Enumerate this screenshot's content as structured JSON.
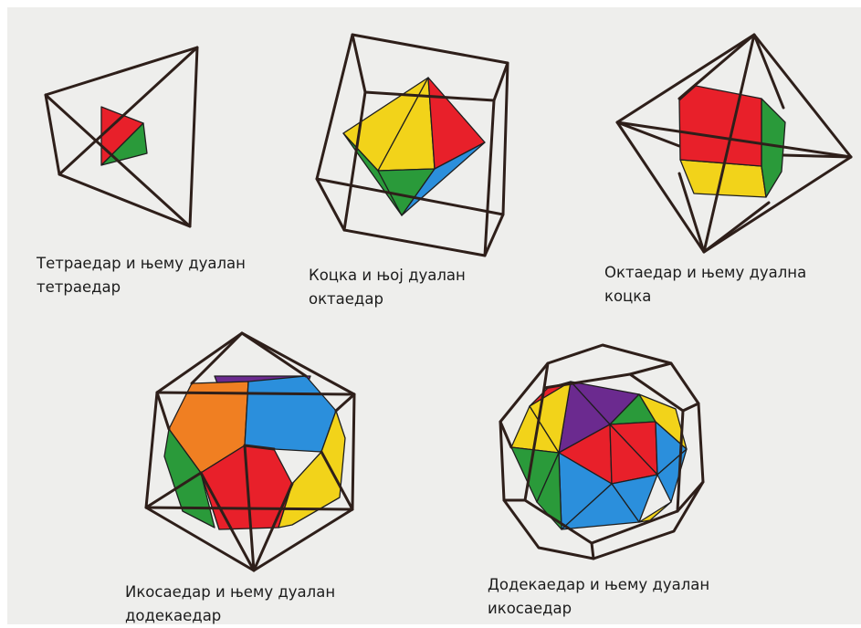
{
  "figures": [
    {
      "id": "tetra",
      "caption": "Тетраедар и њему дуалан\nтетраедар"
    },
    {
      "id": "cube",
      "caption": "Коцка и њој дуалан\nоктаедар"
    },
    {
      "id": "octa",
      "caption": "Октаедар и њему дуална\nкоцка"
    },
    {
      "id": "icosa",
      "caption": "Икосаедар и њему дуалан\nдодекаедар"
    },
    {
      "id": "dodeca",
      "caption": "Додекаедар и њему дуалан\nикосаедар"
    }
  ],
  "colors": {
    "red": "#e8202a",
    "yellow": "#f2d31a",
    "green": "#2a9a3a",
    "blue": "#2b8fdc",
    "orange": "#f07f22",
    "purple": "#6b2a8f",
    "wireframe": "#2e1f1a",
    "background": "#eeeeec"
  }
}
